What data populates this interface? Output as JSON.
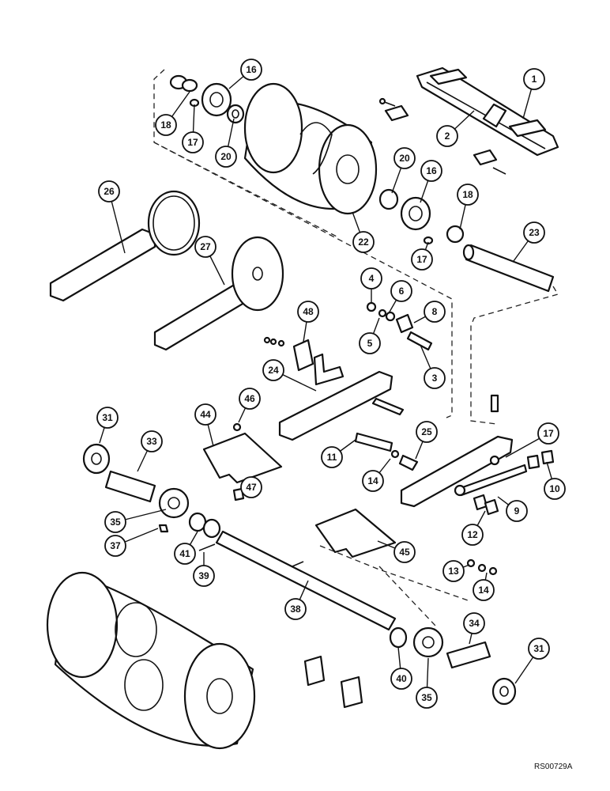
{
  "figure_code": "RS00729A",
  "callouts": [
    "1",
    "2",
    "16",
    "18",
    "17",
    "20",
    "20",
    "16",
    "18",
    "17",
    "22",
    "23",
    "26",
    "27",
    "4",
    "6",
    "8",
    "5",
    "3",
    "48",
    "24",
    "31",
    "33",
    "46",
    "44",
    "47",
    "35",
    "37",
    "41",
    "39",
    "11",
    "14",
    "25",
    "17",
    "9",
    "10",
    "12",
    "45",
    "13",
    "14",
    "38",
    "34",
    "31",
    "40",
    "35"
  ]
}
